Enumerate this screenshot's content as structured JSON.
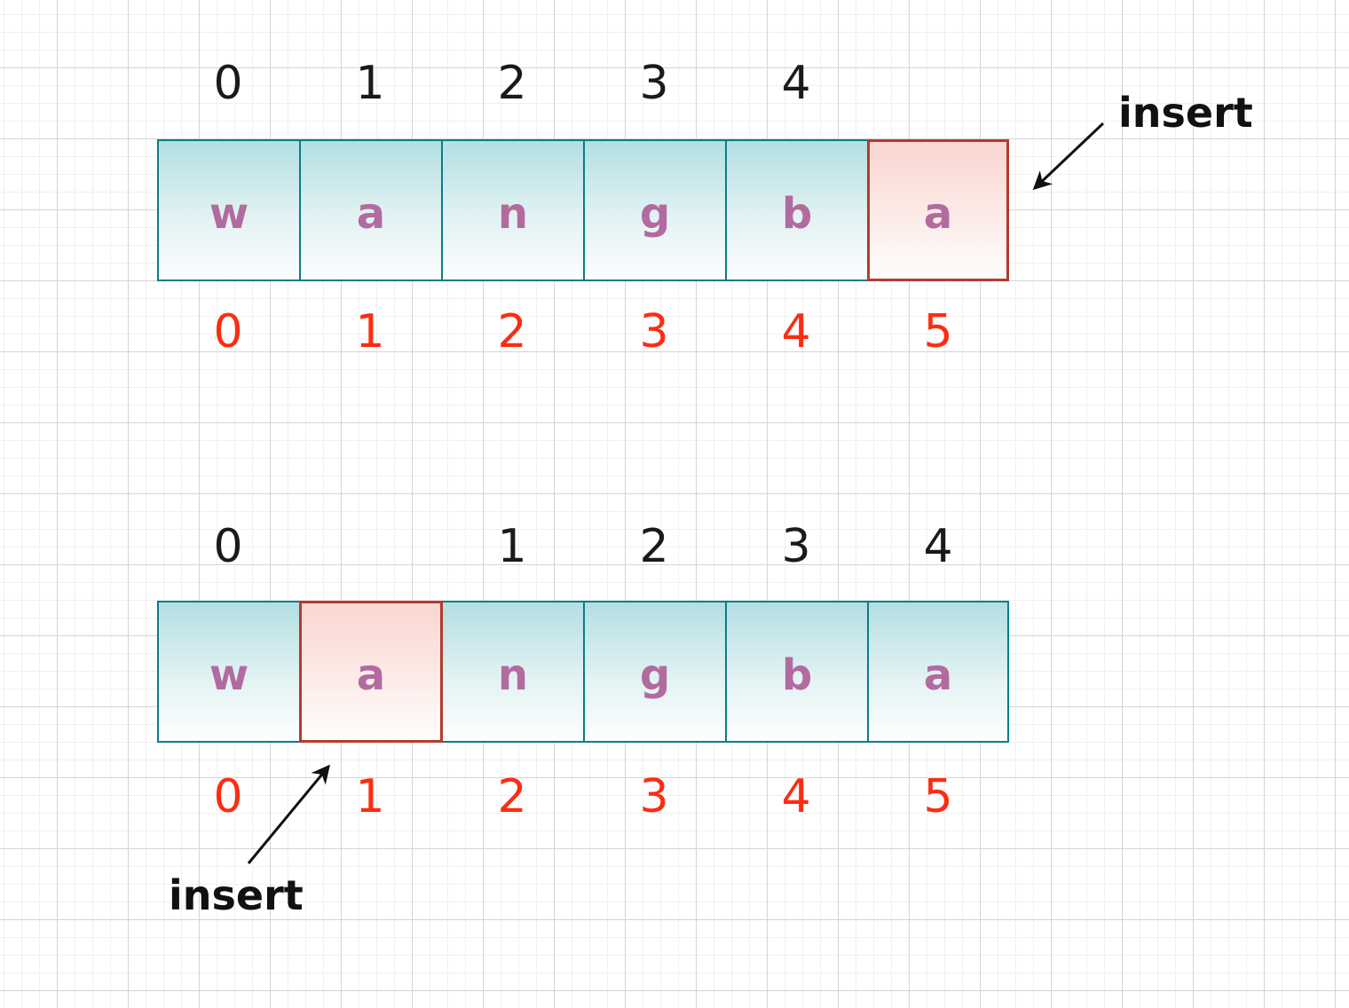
{
  "colors": {
    "teal_border": "#0a7d87",
    "teal_cell_top": "#b2dfe2",
    "pink_border": "#b43b2e",
    "pink_cell_top": "#f9d6d1",
    "letter_color": "#b26ba0",
    "black_index_color": "#1a1a1a",
    "red_index_color": "#fa2d13"
  },
  "top_diagram": {
    "cells": [
      {
        "letter": "w",
        "inserted": false
      },
      {
        "letter": "a",
        "inserted": false
      },
      {
        "letter": "n",
        "inserted": false
      },
      {
        "letter": "g",
        "inserted": false
      },
      {
        "letter": "b",
        "inserted": false
      },
      {
        "letter": "a",
        "inserted": true
      }
    ],
    "black_indices": [
      {
        "label": "0",
        "above_cell": 0
      },
      {
        "label": "1",
        "above_cell": 1
      },
      {
        "label": "2",
        "above_cell": 2
      },
      {
        "label": "3",
        "above_cell": 3
      },
      {
        "label": "4",
        "above_cell": 4
      }
    ],
    "red_indices": [
      "0",
      "1",
      "2",
      "3",
      "4",
      "5"
    ],
    "insert_label": "insert"
  },
  "bottom_diagram": {
    "cells": [
      {
        "letter": "w",
        "inserted": false
      },
      {
        "letter": "a",
        "inserted": true
      },
      {
        "letter": "n",
        "inserted": false
      },
      {
        "letter": "g",
        "inserted": false
      },
      {
        "letter": "b",
        "inserted": false
      },
      {
        "letter": "a",
        "inserted": false
      }
    ],
    "black_indices": [
      {
        "label": "0",
        "above_cell": 0
      },
      {
        "label": "1",
        "above_cell": 2
      },
      {
        "label": "2",
        "above_cell": 3
      },
      {
        "label": "3",
        "above_cell": 4
      },
      {
        "label": "4",
        "above_cell": 5
      }
    ],
    "red_indices": [
      "0",
      "1",
      "2",
      "3",
      "4",
      "5"
    ],
    "insert_label": "insert"
  }
}
